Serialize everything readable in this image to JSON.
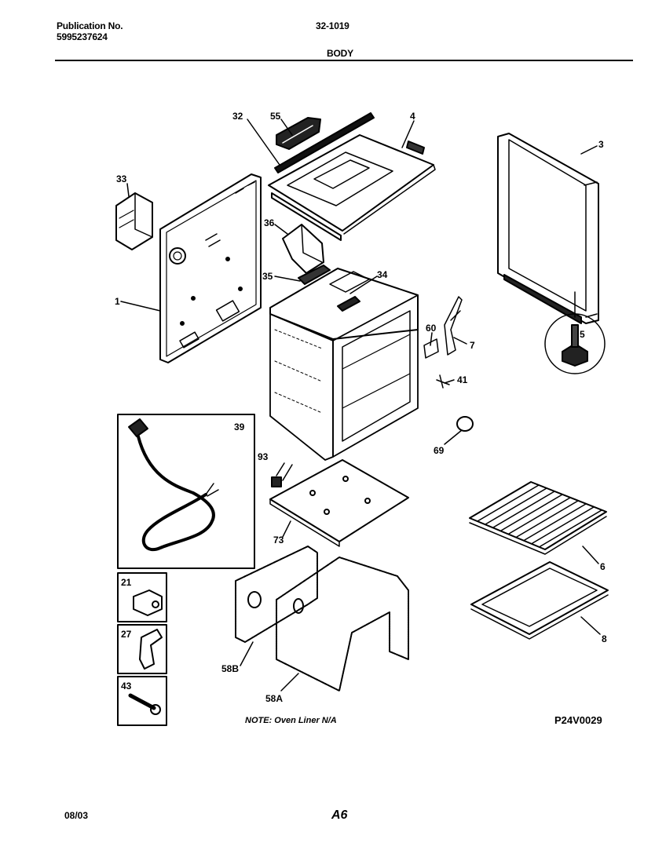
{
  "header": {
    "publication_label": "Publication No.",
    "publication_number": "5995237624",
    "model": "32-1019",
    "section": "BODY"
  },
  "callouts": {
    "c1": "1",
    "c3": "3",
    "c4": "4",
    "c5": "5",
    "c6": "6",
    "c7": "7",
    "c8": "8",
    "c21": "21",
    "c27": "27",
    "c32": "32",
    "c33": "33",
    "c34": "34",
    "c35": "35",
    "c36": "36",
    "c39": "39",
    "c41": "41",
    "c43": "43",
    "c55": "55",
    "c58a": "58A",
    "c58b": "58B",
    "c60": "60",
    "c69": "69",
    "c73": "73",
    "c93": "93"
  },
  "note": "NOTE: Oven Liner N/A",
  "diagram_code": "P24V0029",
  "footer": {
    "date": "08/03",
    "page": "A6"
  }
}
